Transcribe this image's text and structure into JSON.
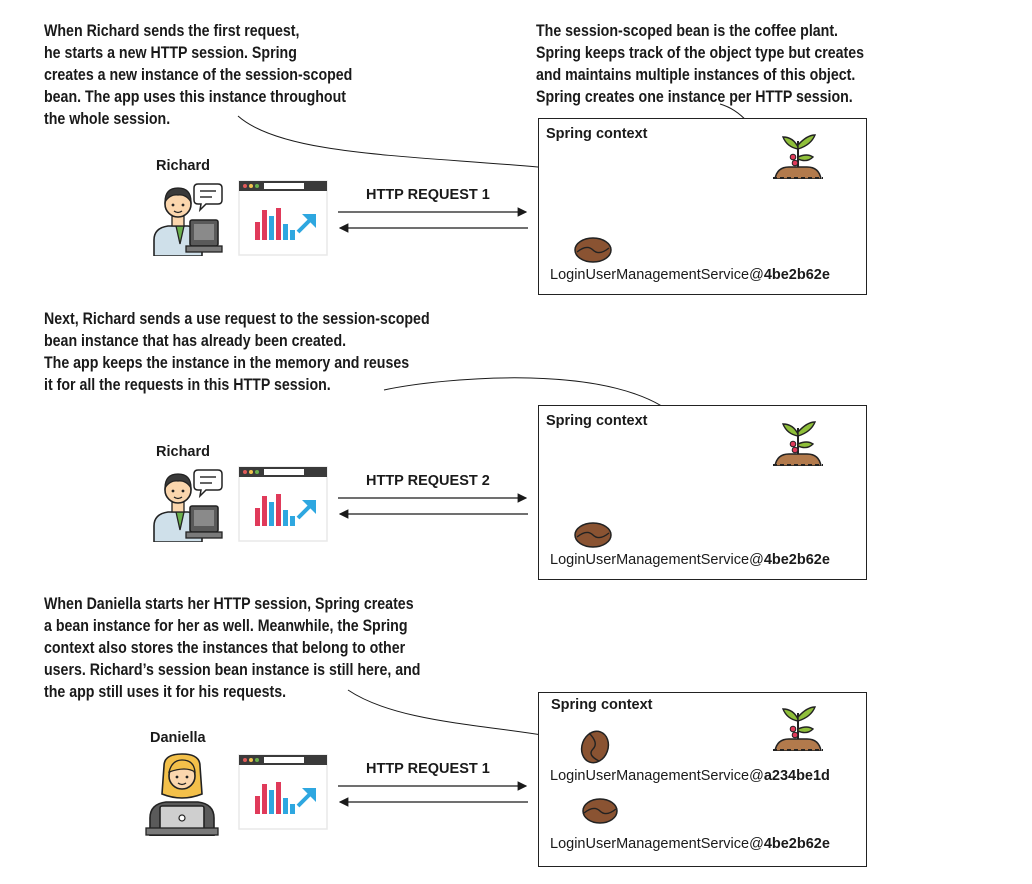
{
  "notes": {
    "scene1_left": [
      "When Richard sends the first request,",
      "he starts a new HTTP session. Spring",
      "creates a new instance of the session-scoped",
      "bean. The app uses this instance throughout",
      "the whole session."
    ],
    "scene1_right": [
      "The session-scoped bean is the coffee plant.",
      "Spring keeps track of the object type but creates",
      "and maintains multiple instances of this object.",
      "Spring creates one instance per HTTP session."
    ],
    "scene2": [
      "Next, Richard sends a use request to the session-scoped",
      "bean instance that has already been created.",
      "The app keeps the instance in the memory and reuses",
      "it for all the requests in this HTTP session."
    ],
    "scene3": [
      "When Daniella starts her HTTP session, Spring creates",
      "a bean instance for her as well. Meanwhile, the Spring",
      "context also stores the instances that belong to other",
      "users. Richard’s session bean instance is still here, and",
      "the app still uses it for his requests."
    ]
  },
  "scenes": [
    {
      "user": "Richard",
      "request_label": "HTTP REQUEST 1",
      "context_title": "Spring context",
      "services": [
        {
          "prefix": "LoginUserManagementService@",
          "hash": "4be2b62e"
        }
      ]
    },
    {
      "user": "Richard",
      "request_label": "HTTP REQUEST 2",
      "context_title": "Spring context",
      "services": [
        {
          "prefix": "LoginUserManagementService@",
          "hash": "4be2b62e"
        }
      ]
    },
    {
      "user": "Daniella",
      "request_label": "HTTP REQUEST 1",
      "context_title": "Spring context",
      "services": [
        {
          "prefix": "LoginUserManagementService@",
          "hash": "a234be1d"
        },
        {
          "prefix": "LoginUserManagementService@",
          "hash": "4be2b62e"
        }
      ]
    }
  ],
  "icons": {
    "person": "person-with-laptop-icon",
    "person_chat": "speech-bubble-icon",
    "browser": "browser-window-chart-icon",
    "bean": "coffee-bean-icon",
    "plant": "coffee-plant-icon"
  },
  "colors": {
    "bean": "#8a5332",
    "plant_leaf": "#8fbf3a",
    "plant_soil": "#b27a4c",
    "chart_red": "#e03a5a",
    "chart_blue": "#2ea7e0",
    "skin": "#fbd6ad",
    "shirt": "#cfe0ea",
    "tie": "#6ab04c",
    "hair_richard": "#3a3a3a",
    "hair_daniella": "#f3c04a",
    "laptop": "#5a5a5a"
  }
}
